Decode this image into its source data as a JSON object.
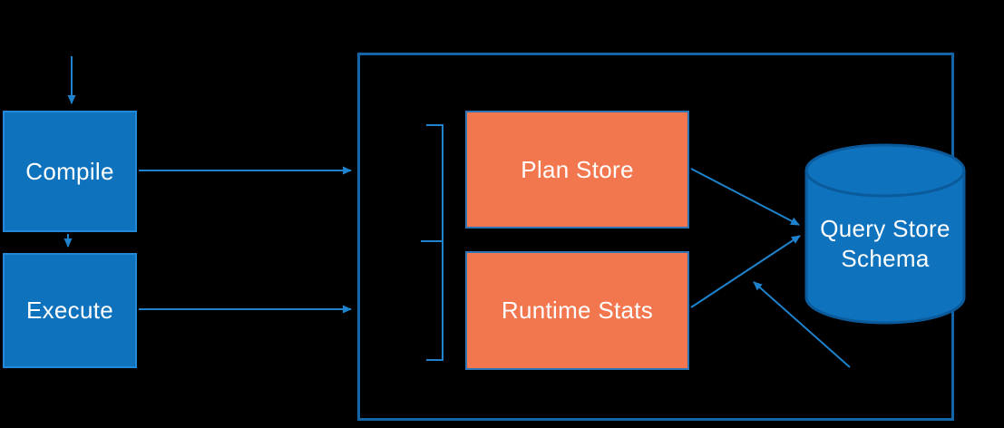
{
  "diagram": {
    "nodes": {
      "compile": {
        "label": "Compile"
      },
      "execute": {
        "label": "Execute"
      },
      "plan_store": {
        "label": "Plan Store"
      },
      "runtime_stats": {
        "label": "Runtime Stats"
      },
      "query_store_schema": {
        "line1": "Query Store",
        "line2": "Schema"
      }
    },
    "colors": {
      "background": "#000000",
      "node_blue": "#0E72BD",
      "node_orange": "#F2774E",
      "arrow_blue": "#1E82CC",
      "container_border": "#1464A8",
      "cylinder_fill": "#0E72BD",
      "cylinder_stroke": "#0A5A9C",
      "text": "#FFFFFF"
    }
  }
}
